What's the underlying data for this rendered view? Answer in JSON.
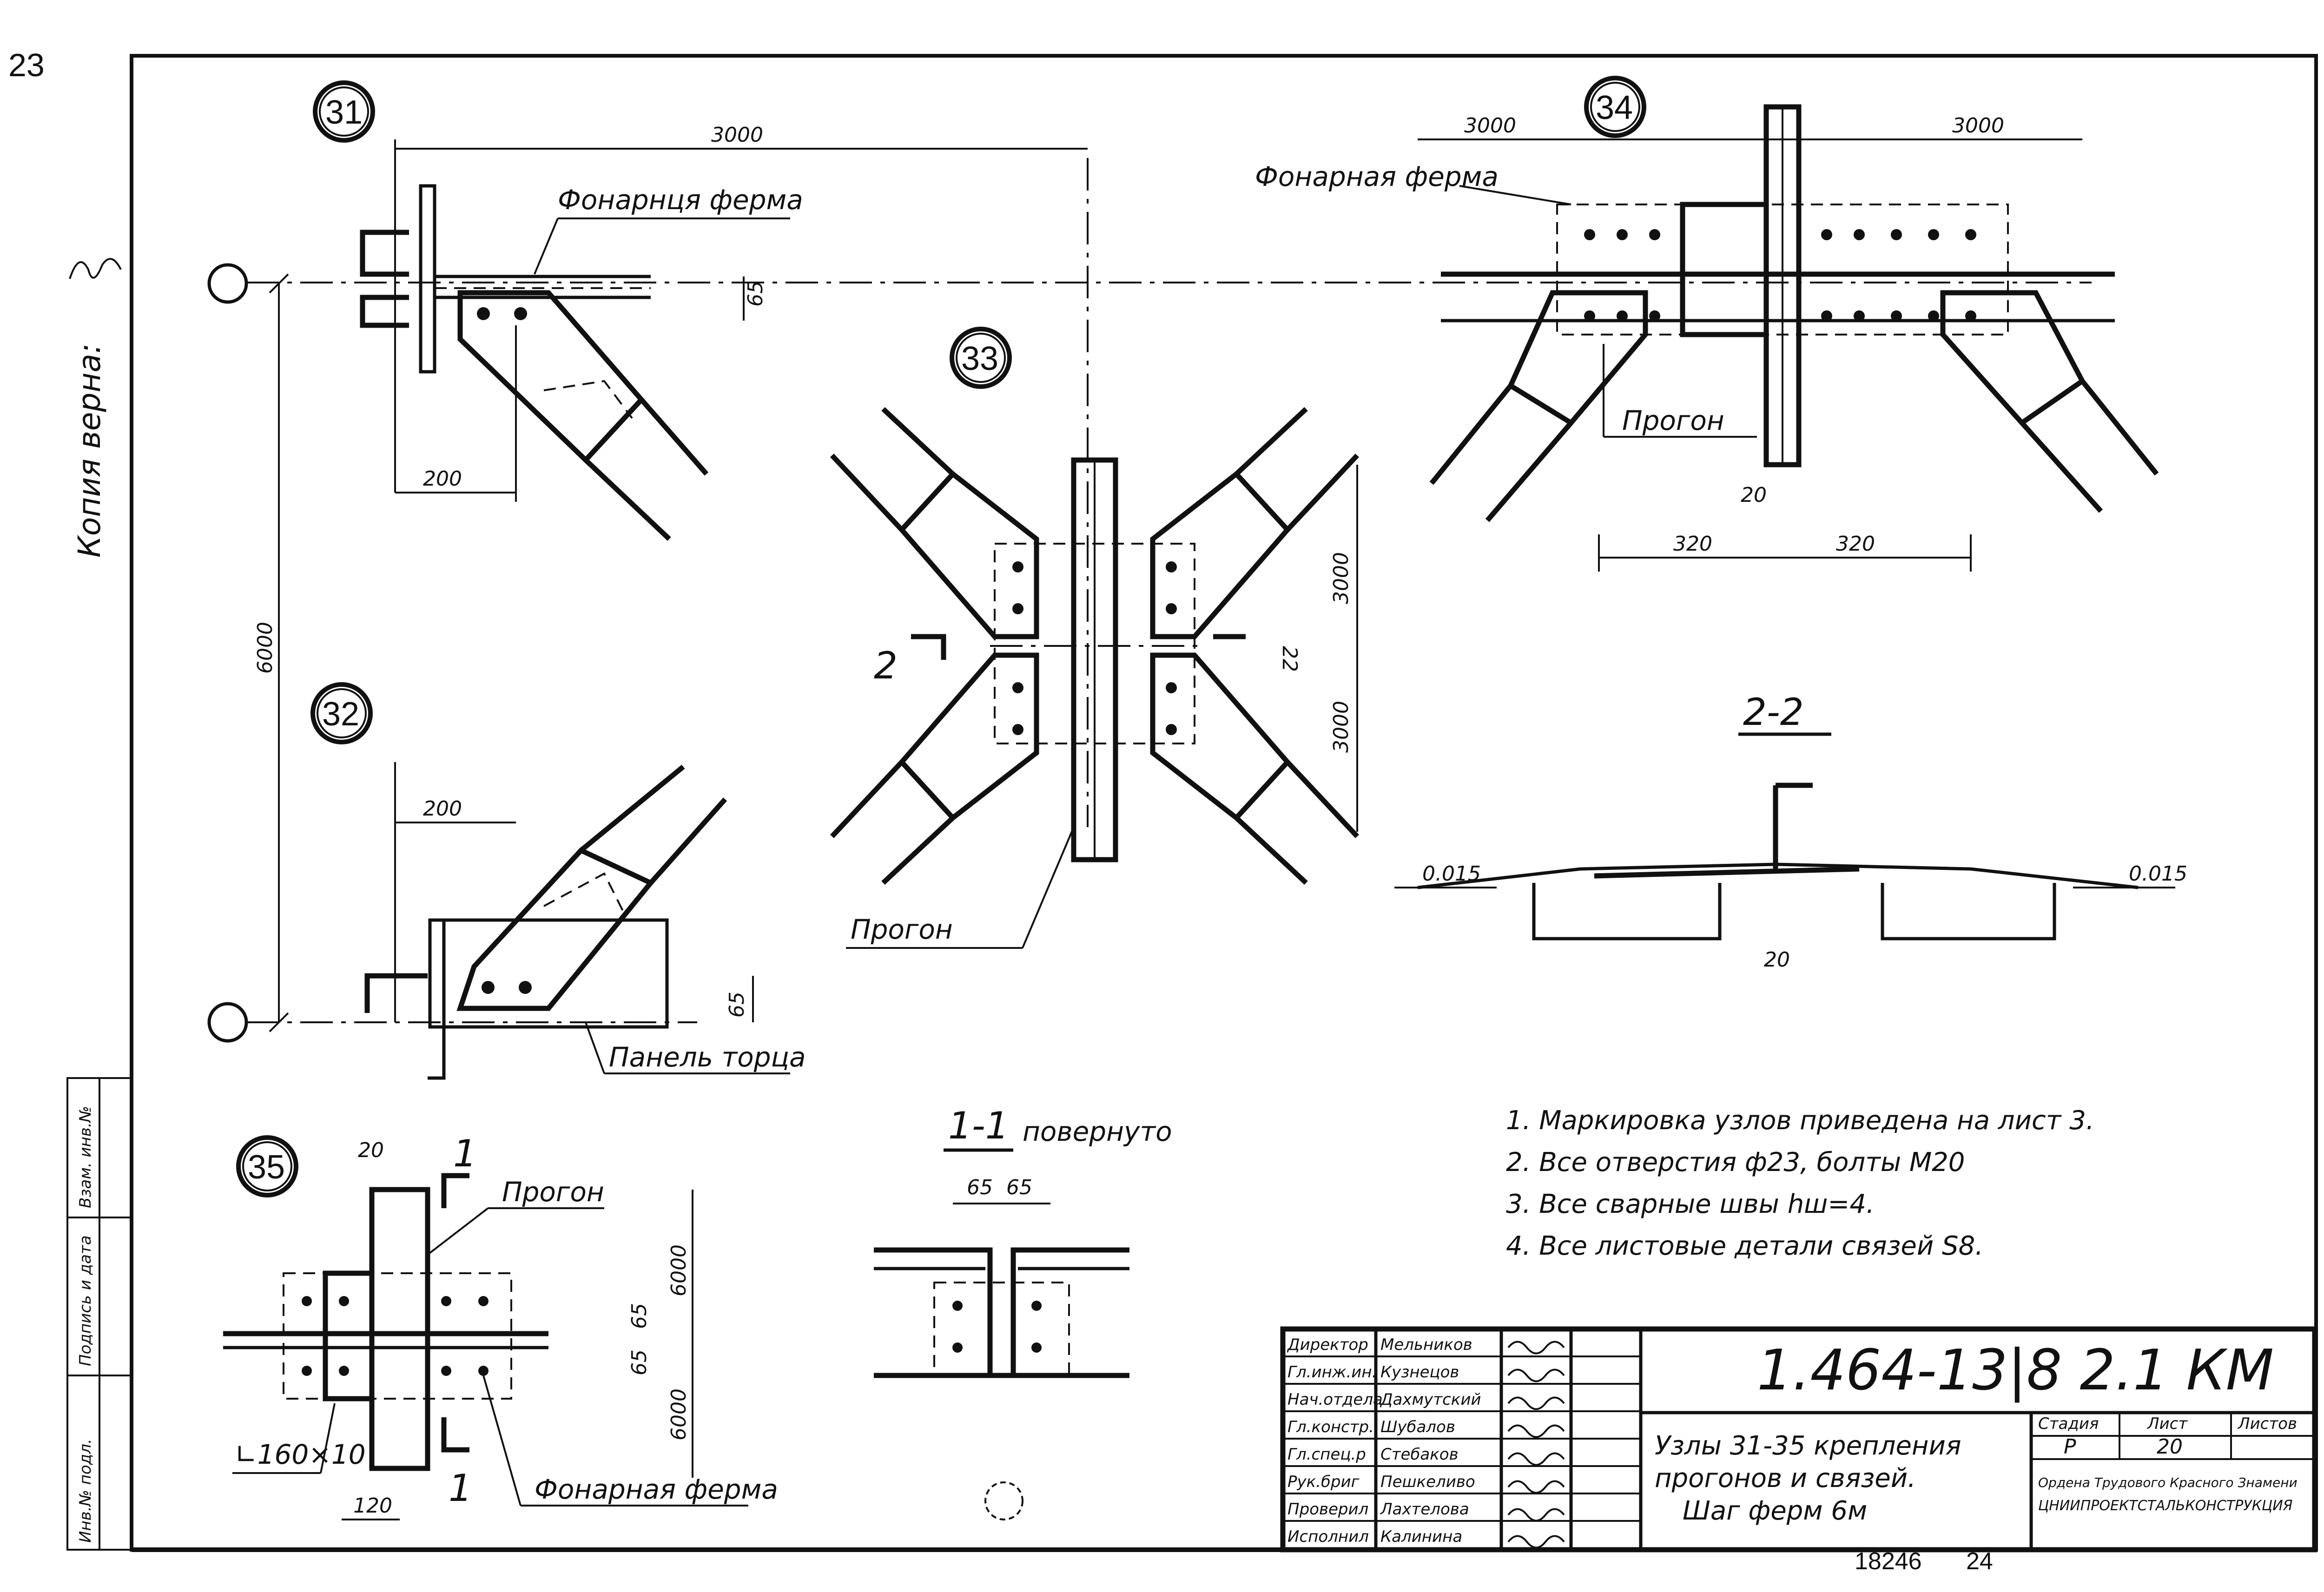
{
  "page": {
    "page_number": "23",
    "stamp_copy": "Копия верна:",
    "sheet_footer_left": "18246",
    "sheet_footer_right": "24"
  },
  "nodes": {
    "n31": "31",
    "n32": "32",
    "n33": "33",
    "n34": "34",
    "n35": "35"
  },
  "labels": {
    "fonarnaya_ferma_31": "Фонарнця ферма",
    "fonarnaya_ferma_34": "Фонарная ферма",
    "fonarnaya_ferma_35": "Фонарная ферма",
    "progon_33": "Прогон",
    "progon_34": "Прогон",
    "progon_35": "Прогон",
    "panel_torca": "Панель торца",
    "angle_35": "∟160×10",
    "section_22": "2-2",
    "section_11": "1-1",
    "section_11_note": "повернуто",
    "section_mark_2": "2",
    "section_mark_1": "1",
    "slope_left": "0.015",
    "slope_right": "0.015"
  },
  "dims": {
    "d3000": "3000",
    "d6000": "6000",
    "d65": "65",
    "d200": "200",
    "d20": "20",
    "d320": "320",
    "d120": "120",
    "d22": "22"
  },
  "notes": [
    "1. Маркировка узлов приведена на лист 3.",
    "2. Все отверстия ф23, болты М20",
    "3. Все сварные швы hш=4.",
    "4. Все листовые детали связей S8."
  ],
  "title_block": {
    "roles": [
      "Директор",
      "Гл.инж.ин.",
      "Нач.отдела",
      "Гл.констр.",
      "Гл.спец.р",
      "Рук.бриг",
      "Проверил",
      "Исполнил"
    ],
    "names": [
      "Мельников",
      "Кузнецов",
      "Дахмутский",
      "Шубалов",
      "Стебаков",
      "Пешкеливо",
      "Лахтелова",
      "Калинина"
    ],
    "code": "1.464-13|8 2.1 КМ",
    "title_lines": [
      "Узлы 31-35 крепления",
      "прогонов и связей.",
      "Шаг ферм 6м"
    ],
    "stage_label": "Стадия",
    "sheet_label": "Лист",
    "sheets_label": "Листов",
    "stage": "Р",
    "sheet": "20",
    "org_line1": "Ордена Трудового Красного Знамени",
    "org_line2": "ЦНИИПРОЕКТСТАЛЬКОНСТРУКЦИЯ"
  },
  "side_stamp": {
    "inv_podl": "Инв.№ подл.",
    "podpis": "Подпись и дата",
    "vzam": "Взам. инв.№"
  }
}
